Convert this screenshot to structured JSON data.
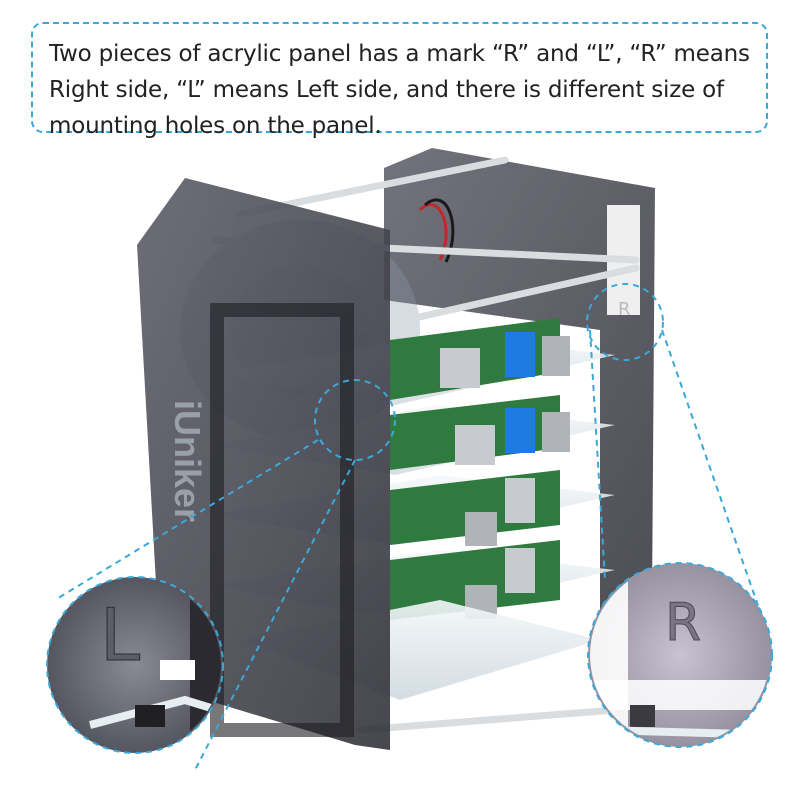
{
  "caption": {
    "text": "Two pieces of acrylic panel has a mark “R” and “L”, “R” means Right side, “L” means Left side, and there is different size of mounting holes on the panel."
  },
  "marks": {
    "left_mark": "L",
    "right_mark": "R",
    "side_logo": "iUniker"
  },
  "colors": {
    "accent_dashed": "#3aa9d8",
    "acrylic_dark": "#3c3c44",
    "acrylic_clear": "#e8eef2",
    "pcb_green": "#2f7a3e",
    "usb_blue": "#1e7be0"
  }
}
